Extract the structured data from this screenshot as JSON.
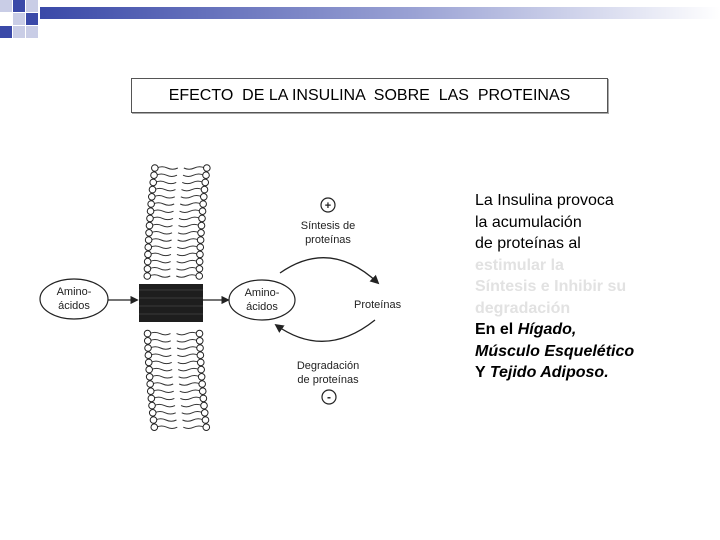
{
  "title": "EFECTO  DE LA INSULINA  SOBRE  LAS  PROTEINAS",
  "diagram": {
    "left_oval": [
      "Amino-",
      "ácidos"
    ],
    "right_oval": [
      "Amino-",
      "ácidos"
    ],
    "synthesis_sign": "+",
    "synthesis_label": [
      "Síntesis de",
      "proteínas"
    ],
    "proteins_label": "Proteínas",
    "degradation_label": [
      "Degradación",
      "de proteínas"
    ],
    "degradation_sign": "-"
  },
  "description": {
    "line1": "La Insulina provoca",
    "line2": "la acumulación",
    "line3": "de proteínas al",
    "line4": "estimular la",
    "line5": "Síntesis e Inhibir su",
    "line6": "degradación",
    "line7_prefix": "En el ",
    "line7_emph": "Hígado,",
    "line8": "Músculo Esquelético",
    "line9_prefix": "Y  ",
    "line9_emph": "Tejido Adiposo."
  },
  "colors": {
    "accent_blue": "#3a49a8",
    "light_blue": "#c9cde6",
    "faded_text": "#e2e2e2"
  }
}
